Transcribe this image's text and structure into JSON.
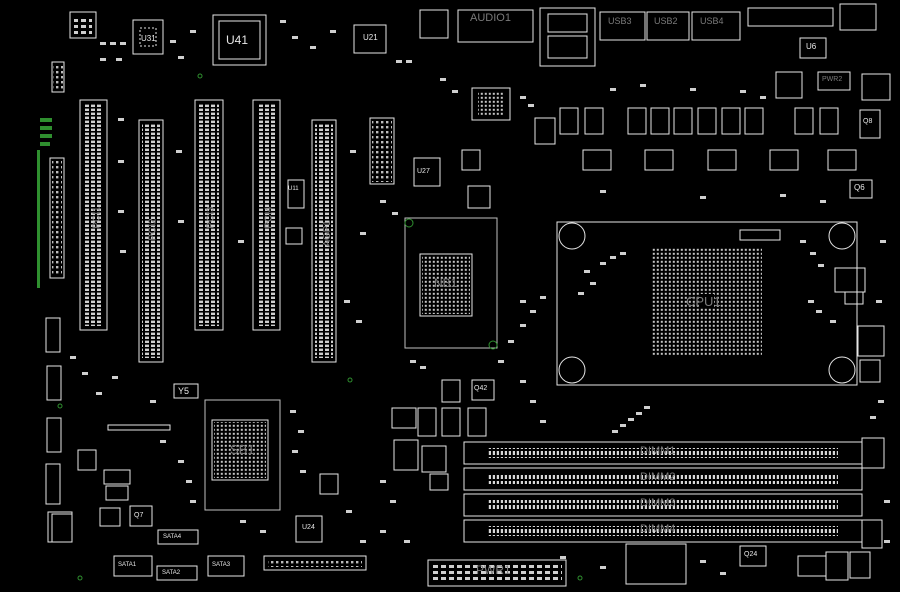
{
  "board": {
    "background": "#000000",
    "outline_color": "#e6e6e6",
    "accent_color": "#2f8f2f"
  },
  "labels": {
    "u41": "U41",
    "u31": "U31",
    "u21": "U21",
    "u6": "U6",
    "u27": "U27",
    "u24": "U24",
    "u11": "U11",
    "y5": "Y5",
    "q6": "Q6",
    "q8": "Q8",
    "q7": "Q7",
    "q24": "Q24",
    "q42": "Q42",
    "audio": "AUDIO1",
    "usb3": "USB3",
    "usb2": "USB2",
    "usb4": "USB4",
    "pwr2": "PWR2",
    "pwr1": "PWR1",
    "cpu": "CPU1",
    "nb": "NB1",
    "sb": "SB1",
    "pci1": "PCI1",
    "pci2": "PCI2",
    "pci3": "PCI3",
    "pci4": "PCI4",
    "agp": "AGP1",
    "dimm1": "DIMM1",
    "dimm2": "DIMM2",
    "dimm3": "DIMM3",
    "dimm4": "DIMM4",
    "sata1": "SATA1",
    "sata2": "SATA2",
    "sata3": "SATA3",
    "sata4": "SATA4"
  }
}
